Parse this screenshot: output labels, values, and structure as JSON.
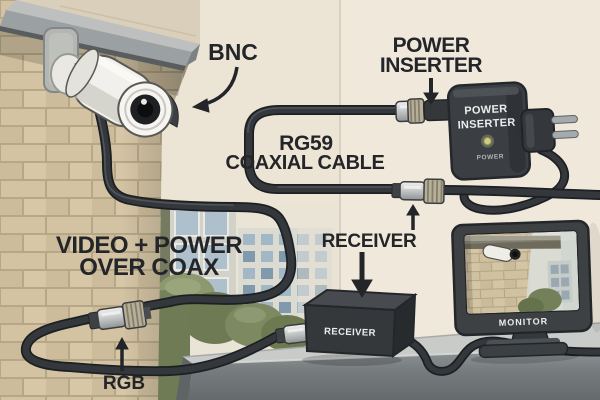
{
  "labels": {
    "bnc": "BNC",
    "power_inserter": {
      "line1": "POWER",
      "line2": "INSERTER"
    },
    "rg59": {
      "line1": "RG59",
      "line2": "COAXIAL CABLE"
    },
    "video_power": {
      "line1": "VIDEO + POWER",
      "line2": "OVER COAX"
    },
    "receiver": "RECEIVER",
    "rgb": "RGB"
  },
  "devices": {
    "power_inserter": {
      "line1": "POWER",
      "line2": "INSERTER",
      "power_small": "POWER"
    },
    "receiver": {
      "label": "RECEIVER"
    },
    "monitor": {
      "label": "MONITOR"
    }
  },
  "colors": {
    "wall": "#ece5d6",
    "brick": "#d1c1a0",
    "cable": "#33373a",
    "device_box": "#3a3e42",
    "label_text": "#232528",
    "led": "#caca7e",
    "desk_top": "#c9cbc9"
  }
}
